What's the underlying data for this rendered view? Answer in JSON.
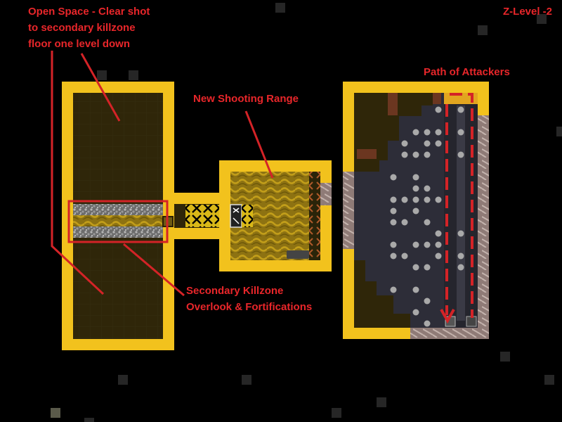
{
  "annotations": {
    "open_space": [
      "Open Space - Clear shot",
      "to secondary killzone",
      "floor one level down"
    ],
    "z_level": "Z-Level -2",
    "path_of_attackers": "Path of Attackers",
    "shooting_range": "New Shooting Range",
    "killzone": [
      "Secondary Killzone",
      "Overlook & Fortifications"
    ]
  },
  "colors": {
    "annotation": "#e8262a",
    "wall_gold": "#f2c21d",
    "open_space": "#2f2609",
    "archery_floor": "#9a7e14",
    "fortification": "#d9b818",
    "cave_floor": "#2d2d38",
    "smoothed_stone": "#9d8a85"
  },
  "icons": [
    "fortification-icon",
    "archery-target-icon",
    "boulder-icon",
    "door-icon",
    "down-stair-icon",
    "cage-trap-icon"
  ]
}
